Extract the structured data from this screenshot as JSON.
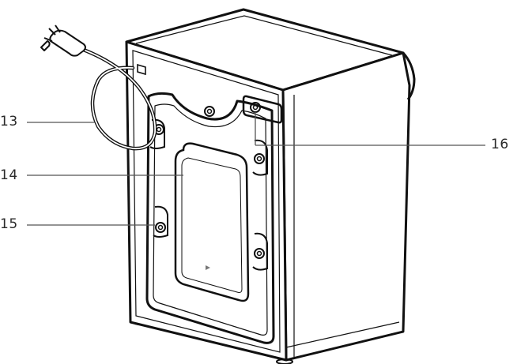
{
  "callouts": {
    "c13": "13",
    "c14": "14",
    "c15": "15",
    "c16": "16"
  },
  "colors": {
    "line": "#111111",
    "leader": "#555555",
    "label": "#2a2a2a"
  },
  "icons": {
    "plug": "power-plug-icon",
    "hose": "inlet-hose-icon"
  }
}
